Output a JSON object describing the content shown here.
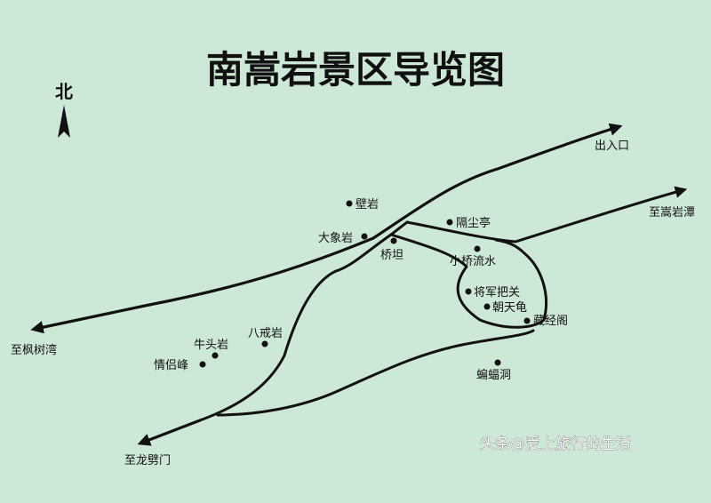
{
  "map": {
    "title": "南嵩岩景区导览图",
    "north_label": "北",
    "watermark": "头条@爱上旅行的生活",
    "colors": {
      "background": "#cde8d6",
      "road": "#111111",
      "text": "#111111"
    }
  },
  "exits": {
    "entrance": "出入口",
    "songyan_pool": "至嵩岩潭",
    "fengshu_bay": "至枫树湾",
    "longpang_gate": "至龙劈门"
  },
  "attractions": {
    "biyan": "壁岩",
    "gechenting": "隔尘亭",
    "daxiangyan": "大象岩",
    "qiaotan": "桥坦",
    "xiaoqiao": "小桥流水",
    "jiangjun": "将军把关",
    "chaotiangui": "朝天龟",
    "cangjingge": "藏经阁",
    "bianfudong": "蝙蝠洞",
    "bajieyan": "八戒岩",
    "niutouyan": "牛头岩",
    "qinglvfeng": "情侣峰"
  }
}
